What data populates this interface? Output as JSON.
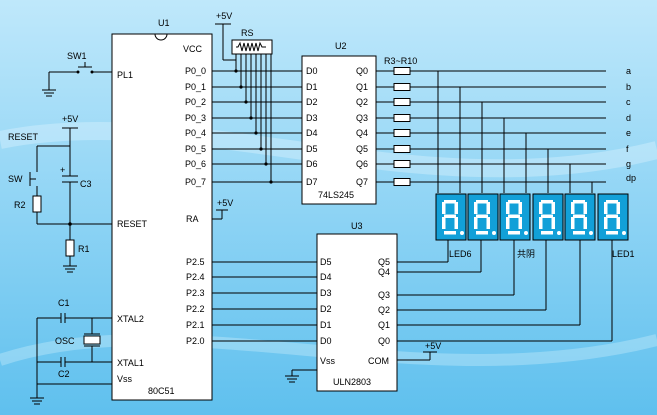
{
  "u1": {
    "ref": "U1",
    "part": "80C51",
    "vcc": "VCC",
    "pl1": "PL1",
    "reset": "RESET",
    "ra": "RA",
    "xtal2": "XTAL2",
    "xtal1": "XTAL1",
    "vss": "Vss",
    "p0_pins": [
      "P0_0",
      "P0_1",
      "P0_2",
      "P0_3",
      "P0_4",
      "P0_5",
      "P0_6",
      "P0_7"
    ],
    "p2_pins": [
      "P2.5",
      "P2.4",
      "P2.3",
      "P2.2",
      "P2.1",
      "P2.0"
    ]
  },
  "u2": {
    "ref": "U2",
    "part": "74LS245",
    "d_pins": [
      "D0",
      "D1",
      "D2",
      "D3",
      "D4",
      "D5",
      "D6",
      "D7"
    ],
    "q_pins": [
      "Q0",
      "Q1",
      "Q2",
      "Q3",
      "Q4",
      "Q5",
      "Q6",
      "Q7"
    ]
  },
  "u3": {
    "ref": "U3",
    "part": "ULN2803",
    "d_pins": [
      "D5",
      "D4",
      "D3",
      "D2",
      "D1",
      "D0"
    ],
    "q_pins": [
      "Q5",
      "Q4",
      "Q3",
      "Q2",
      "Q1",
      "Q0"
    ],
    "vss": "Vss",
    "com": "COM"
  },
  "rs_label": "RS",
  "resistor_array_label": "R3~R10",
  "supply_label": "+5V",
  "sw1_label": "SW1",
  "reset_label": "RESET",
  "sw_label": "SW",
  "r1_label": "R1",
  "r2_label": "R2",
  "c1_label": "C1",
  "c2_label": "C2",
  "c3_label": "C3",
  "osc_label": "OSC",
  "segment_labels": [
    "a",
    "b",
    "c",
    "d",
    "e",
    "f",
    "g",
    "dp"
  ],
  "display": {
    "digits": [
      "8",
      "8",
      "8",
      "8",
      "8",
      "8"
    ],
    "led6": "LED6",
    "common": "共阴",
    "led1": "LED1"
  },
  "colors": {
    "background_top": "#bfe8fb",
    "background_bottom": "#5fc0ee",
    "chip_fill": "#ffffff",
    "digit_fill": "#12a0d8",
    "segment": "#ffffff"
  }
}
